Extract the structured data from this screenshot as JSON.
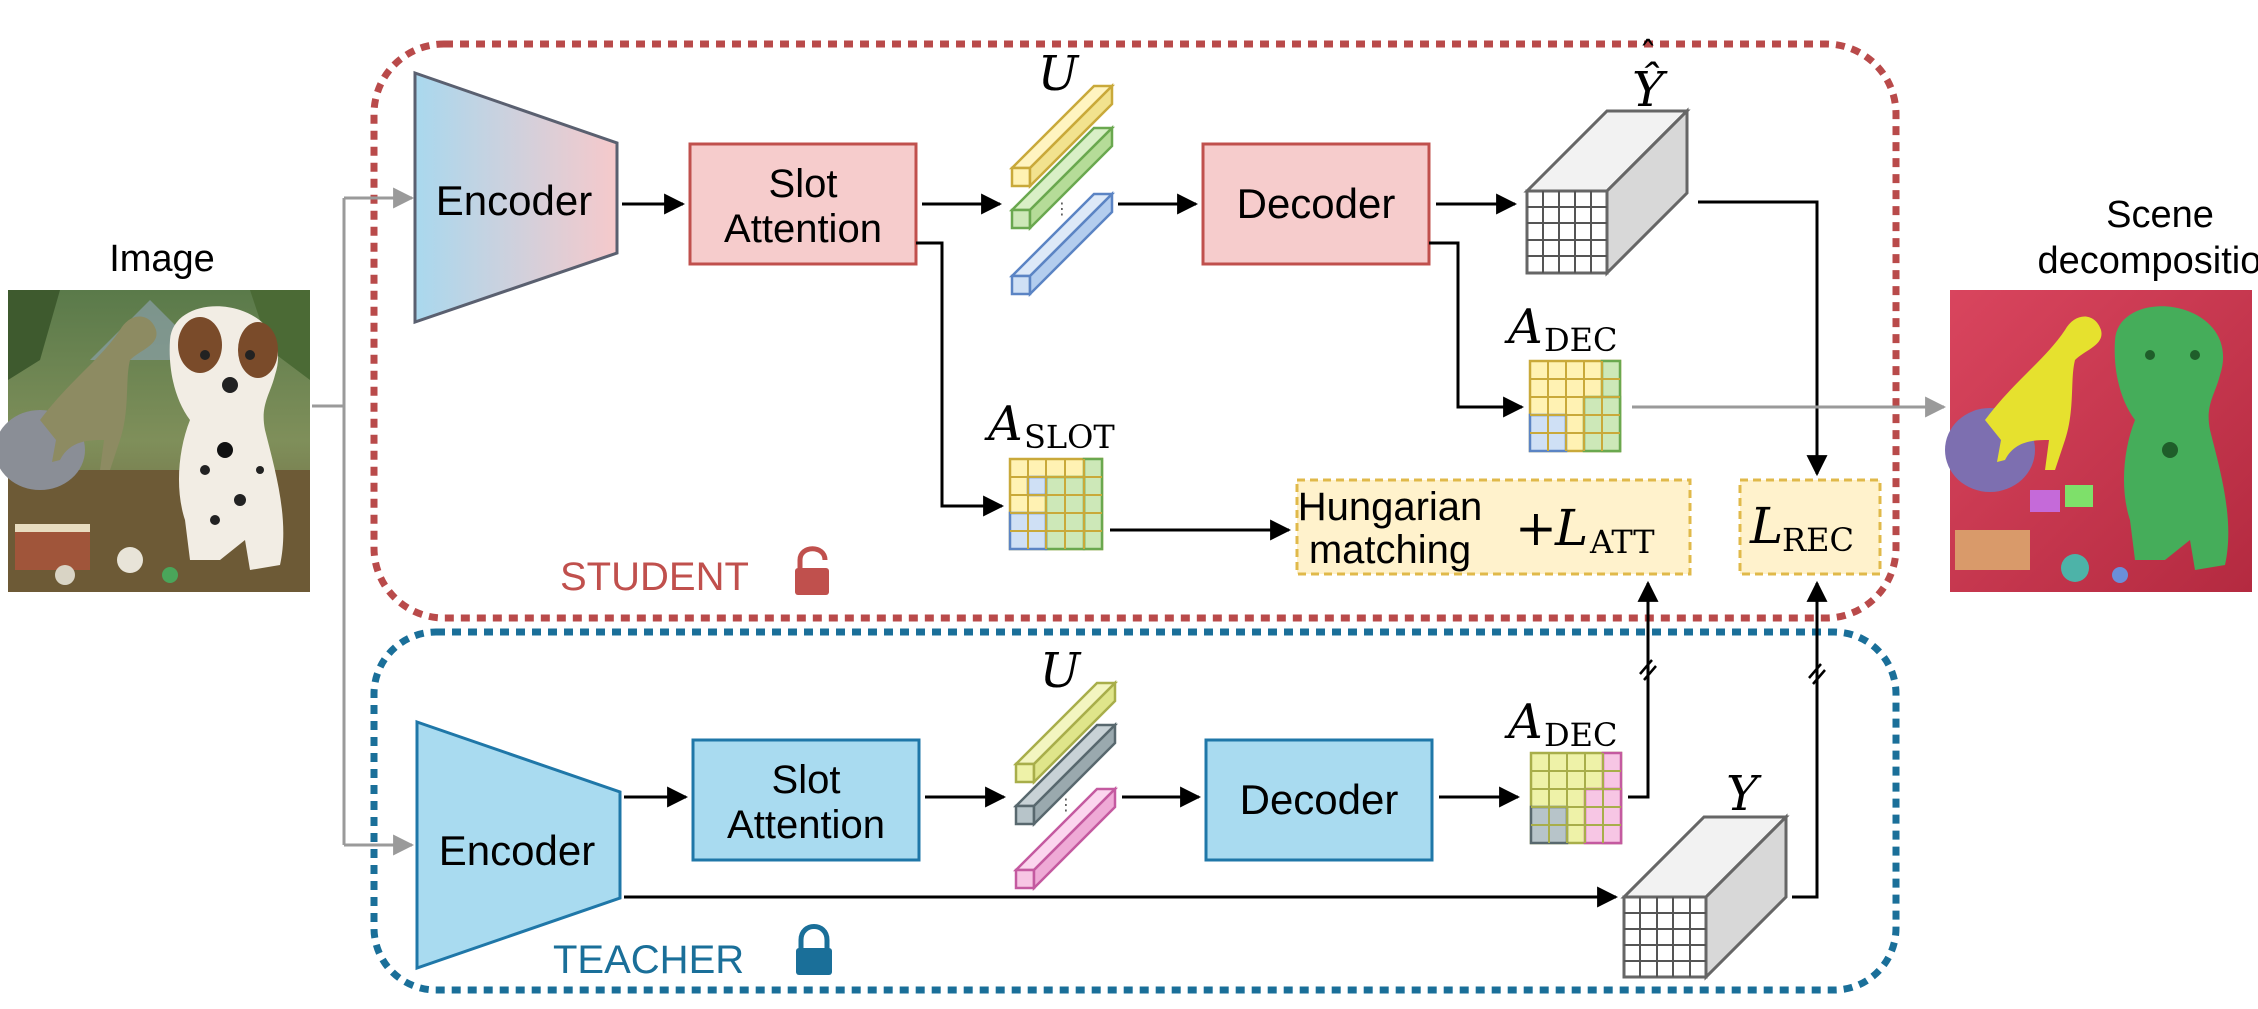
{
  "input": {
    "label": "Image"
  },
  "output": {
    "label_line1": "Scene",
    "label_line2": "decomposition"
  },
  "student": {
    "label": "STUDENT",
    "encoder": "Encoder",
    "slot_attention_line1": "Slot",
    "slot_attention_line2": "Attention",
    "decoder": "Decoder",
    "slots_symbol": "U",
    "recon_symbol": "Ŷ",
    "a_dec_main": "A",
    "a_dec_sub": "DEC",
    "a_slot_main": "A",
    "a_slot_sub": "SLOT",
    "hungarian_line1": "Hungarian",
    "hungarian_line2": "matching",
    "l_att_plus": "+",
    "l_att_main": "L",
    "l_att_sub": "ATT",
    "l_rec_main": "L",
    "l_rec_sub": "REC"
  },
  "teacher": {
    "label": "TEACHER",
    "encoder": "Encoder",
    "slot_attention_line1": "Slot",
    "slot_attention_line2": "Attention",
    "decoder": "Decoder",
    "slots_symbol": "U",
    "target_symbol": "Y",
    "a_dec_main": "A",
    "a_dec_sub": "DEC"
  },
  "colors": {
    "student_border": "#b94a4a",
    "teacher_border": "#1a6f99",
    "student_fill": "#f6cccc",
    "student_stroke": "#c0504d",
    "teacher_fill": "#a9dbf0",
    "teacher_stroke": "#1f77a8",
    "loss_fill": "#fff2cc",
    "loss_stroke": "#e0b94a",
    "arrow": "#000000",
    "gray_arrow": "#999999",
    "slot_yellow": "#fff2b3",
    "slot_green": "#cde8b8",
    "slot_blue": "#cfe0f5",
    "slot_khaki": "#eef2a8",
    "slot_gray": "#b7c4c9",
    "slot_pink": "#f7c6e4",
    "bg_red": "#c4344a",
    "fg_green": "#4caf50",
    "fg_yellow": "#e8e03a"
  }
}
